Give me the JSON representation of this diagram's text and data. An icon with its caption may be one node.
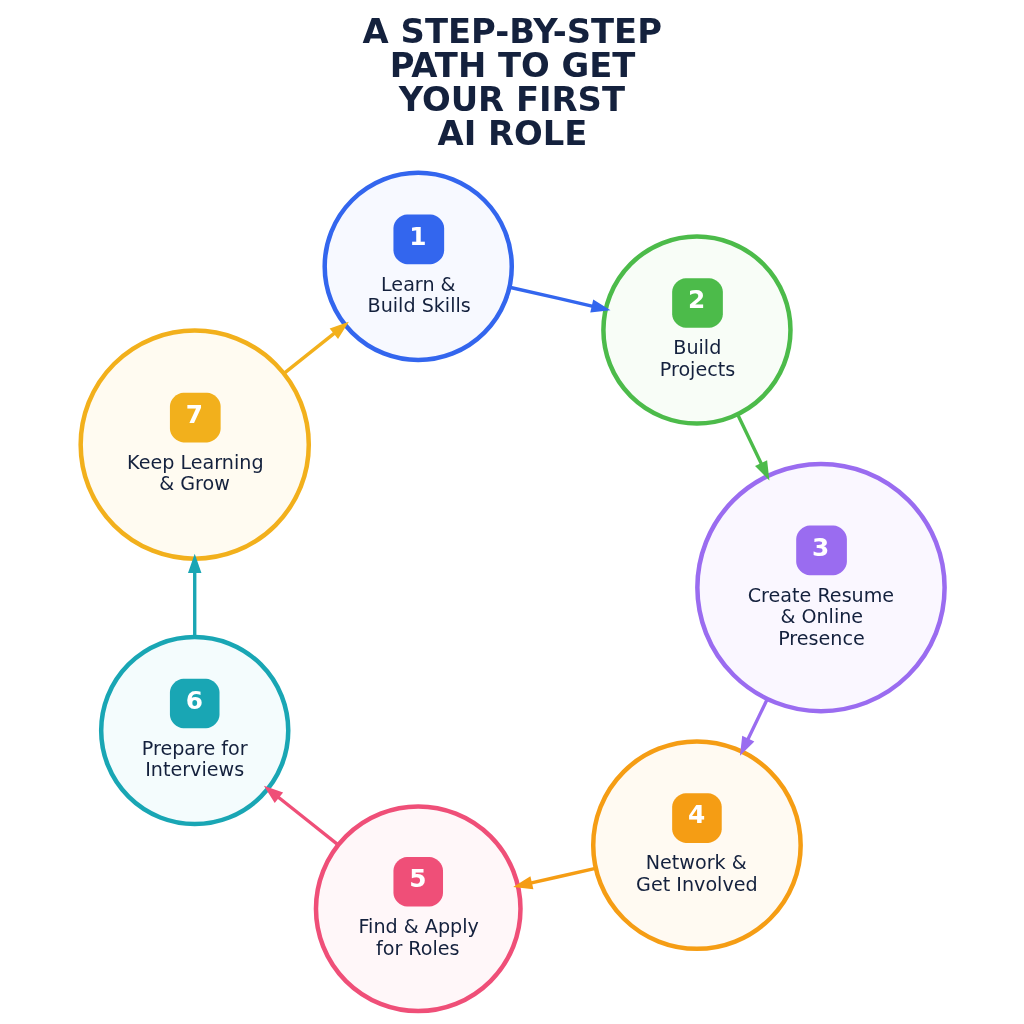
{
  "diagram": {
    "title": "A STEP-BY-STEP PATH TO GET YOUR FIRST AI ROLE",
    "nodes": [
      {
        "text": [
          "1",
          "Learn & Build Skills"
        ]
      },
      {
        "text": [
          "2",
          "Build Projects"
        ]
      },
      {
        "text": [
          "3",
          "Create Resume & Online Presence"
        ]
      },
      {
        "text": [
          "4",
          "Network & Get Involved"
        ]
      },
      {
        "text": [
          "5",
          "Find & Apply for Roles"
        ]
      },
      {
        "text": [
          "6",
          "Prepare for Interviews"
        ]
      },
      {
        "text": [
          "7",
          "Keep Learning & Grow"
        ]
      }
    ],
    "edges": [
      {
        "from": 0,
        "to": 1,
        "arrow": "to",
        "color": "#3366ee"
      },
      {
        "from": 1,
        "to": 2,
        "arrow": "to",
        "color": "#4cbb4a"
      },
      {
        "from": 2,
        "to": 3,
        "arrow": "to",
        "color": "#9a6cf0"
      },
      {
        "from": 3,
        "to": 4,
        "arrow": "to",
        "color": "#f59d14"
      },
      {
        "from": 4,
        "to": 5,
        "arrow": "to",
        "color": "#ef4f78"
      },
      {
        "from": 5,
        "to": 6,
        "arrow": "to",
        "color": "#19a6b4"
      },
      {
        "from": 6,
        "to": 0,
        "arrow": "to",
        "color": "#f2b01c"
      }
    ]
  }
}
